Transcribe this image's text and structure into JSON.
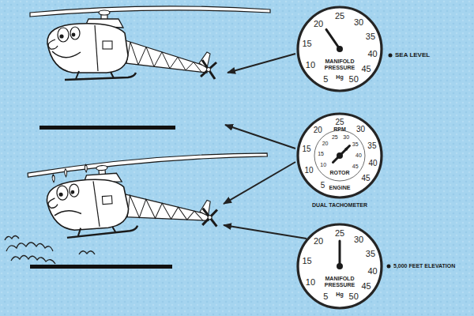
{
  "diagram": {
    "nodes": [
      {
        "text": [
          "5",
          "10",
          "15",
          "20",
          "25",
          "30",
          "35",
          "40",
          "45",
          "50",
          "MANIFOLD PRESSURE",
          "Hg"
        ]
      },
      {
        "text": [
          "5",
          "10",
          "15",
          "20",
          "25",
          "30",
          "35",
          "40",
          "45",
          "RPM",
          "10",
          "15",
          "20",
          "25",
          "30",
          "35",
          "40",
          "45",
          "ROTOR",
          "ENGINE"
        ]
      },
      {
        "text": [
          "5",
          "10",
          "15",
          "20",
          "25",
          "30",
          "35",
          "40",
          "45",
          "50",
          "MANIFOLD PRESSURE",
          "Hg"
        ]
      }
    ],
    "labels": [
      "SEA LEVEL",
      "DUAL TACHOMETER",
      "5,000 FEET ELEVATION"
    ]
  }
}
